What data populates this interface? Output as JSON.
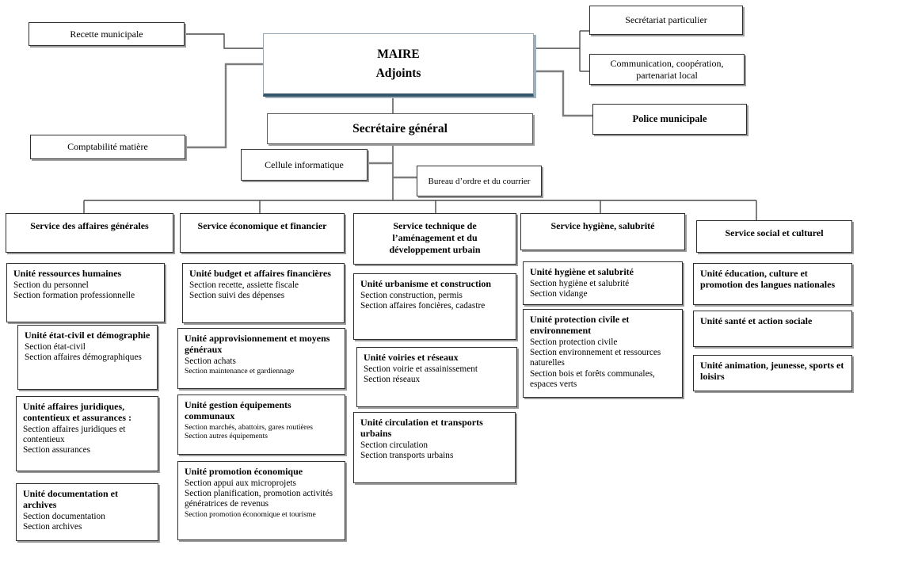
{
  "nodes": {
    "recette": "Recette municipale",
    "comptabilite": "Comptabilité matière",
    "maire": {
      "line1": "MAIRE",
      "line2": "Adjoints"
    },
    "secretariat_particulier": "Secrétariat particulier",
    "communication": "Communication, coopération, partenariat local",
    "police": "Police municipale",
    "secretaire_general": "Secrétaire général",
    "cellule_informatique": "Cellule informatique",
    "bureau_ordre": "Bureau d’ordre et du courrier"
  },
  "services": [
    "Service des affaires générales",
    "Service économique et financier",
    "Service technique de l’aménagement et du développement urbain",
    "Service hygiène, salubrité",
    "Service social et culturel"
  ],
  "units": [
    {
      "title": "Unité ressources humaines",
      "sections": [
        "Section du personnel",
        "Section formation professionnelle"
      ]
    },
    {
      "title": "Unité état-civil et démographie",
      "sections": [
        "Section état-civil",
        "Section affaires démographiques"
      ]
    },
    {
      "title": "Unité affaires juridiques, contentieux et assurances :",
      "sections": [
        "Section affaires juridiques et contentieux",
        "Section assurances"
      ]
    },
    {
      "title": "Unité documentation et archives",
      "sections": [
        "Section documentation",
        "Section archives"
      ]
    },
    {
      "title": "Unité budget et affaires financières",
      "sections": [
        "Section recette, assiette fiscale",
        "Section suivi des dépenses"
      ]
    },
    {
      "title": "Unité approvisionnement et moyens généraux",
      "sections": [
        "Section achats",
        "Section maintenance et gardiennage"
      ]
    },
    {
      "title": "Unité gestion équipements communaux",
      "sections": [
        "Section marchés, abattoirs, gares routières",
        "Section autres équipements"
      ]
    },
    {
      "title": "Unité promotion économique",
      "sections": [
        "Section appui aux microprojets",
        "Section planification, promotion activités génératrices de revenus",
        "Section promotion économique et tourisme"
      ]
    },
    {
      "title": "Unité urbanisme et construction",
      "sections": [
        "Section construction, permis",
        "Section affaires foncières, cadastre"
      ]
    },
    {
      "title": "Unité voiries et réseaux",
      "sections": [
        "Section voirie et assainissement",
        "Section réseaux"
      ]
    },
    {
      "title": "Unité circulation et transports urbains",
      "sections": [
        "Section circulation",
        "Section transports urbains"
      ]
    },
    {
      "title": "Unité hygiène et salubrité",
      "sections": [
        "Section hygiène et salubrité",
        "Section vidange"
      ]
    },
    {
      "title": "Unité protection civile et environnement",
      "sections": [
        "Section protection civile",
        "Section environnement et ressources naturelles",
        "Section bois et forêts communales, espaces verts"
      ]
    },
    {
      "title": "Unité éducation, culture et promotion des langues nationales",
      "sections": []
    },
    {
      "title": "Unité santé et action sociale",
      "sections": []
    },
    {
      "title": "Unité animation, jeunesse, sports et loisirs",
      "sections": []
    }
  ],
  "colors": {
    "accent": "#34566A",
    "box_border": "#2f2f2f",
    "shadow": "#9a9a9a",
    "connector_gray": "#7d7d7d",
    "connector_dark": "#4a4a4a"
  }
}
